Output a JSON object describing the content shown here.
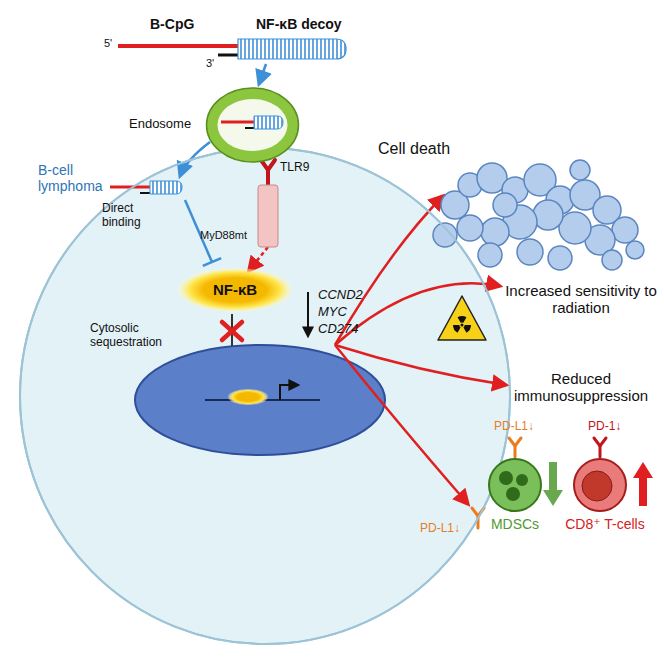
{
  "diagram": {
    "nodes": [
      {
        "text": [
          "B-cell lymphoma"
        ]
      },
      {
        "text": [
          "Endosome"
        ],
        "in": 0
      },
      {
        "text": [
          "MyD88mt"
        ],
        "in": 0
      },
      {
        "text": [
          "NF-κB"
        ],
        "in": 0
      },
      {
        "text": [
          "MDSCs"
        ]
      },
      {
        "text": [
          "CD8⁺ T-cells"
        ]
      }
    ],
    "edges": [
      {
        "from": 2,
        "to": 3,
        "arrow": "to"
      }
    ],
    "labels": [
      "B-CpG",
      "NF-κB decoy",
      "5'",
      "3'",
      "TLR9",
      "Direct binding",
      "Cytosolic sequestration",
      "CCND2",
      "MYC",
      "CD274",
      "PD-L1↓",
      "Cell death",
      "Increased sensitivity to radiation",
      "Reduced immunosuppression",
      "PD-L1↓",
      "PD-1↓"
    ]
  }
}
